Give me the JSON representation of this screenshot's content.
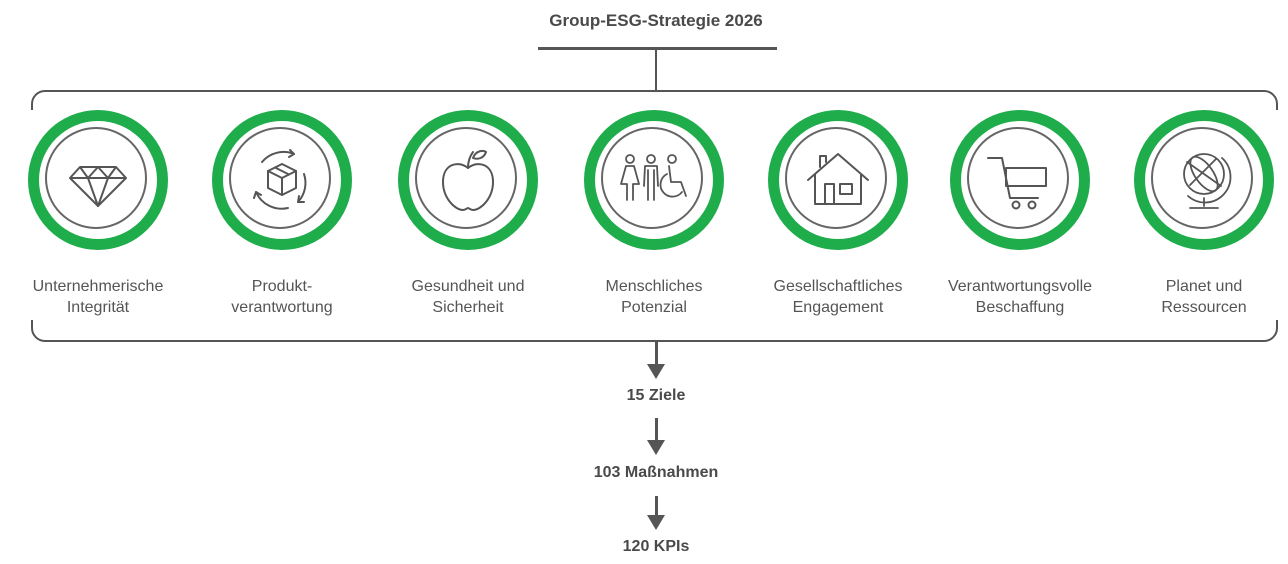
{
  "title": "Group-ESG-Strategie 2026",
  "accent_color": "#1fad4b",
  "pillars": [
    {
      "label1": "Unternehmerische",
      "label2": "Integrität",
      "icon": "diamond-icon"
    },
    {
      "label1": "Produkt-",
      "label2": "verantwortung",
      "icon": "cycle-box-icon"
    },
    {
      "label1": "Gesundheit und",
      "label2": "Sicherheit",
      "icon": "apple-icon"
    },
    {
      "label1": "Menschliches",
      "label2": "Potenzial",
      "icon": "people-icon"
    },
    {
      "label1": "Gesellschaftliches",
      "label2": "Engagement",
      "icon": "house-icon"
    },
    {
      "label1": "Verantwortungsvolle",
      "label2": "Beschaffung",
      "icon": "cart-icon"
    },
    {
      "label1": "Planet und",
      "label2": "Ressourcen",
      "icon": "globe-icon"
    }
  ],
  "steps": [
    "15 Ziele",
    "103 Maßnahmen",
    "120 KPIs"
  ]
}
